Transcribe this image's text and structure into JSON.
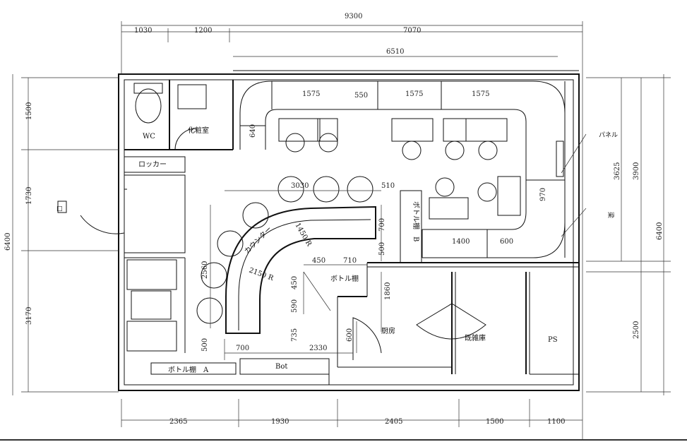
{
  "plan": {
    "entrance_mark": "□",
    "rooms": {
      "wc": "WC",
      "powder_room": "化粧室",
      "locker": "ロッカー",
      "counter": "カウンター",
      "bottle_shelf_a": "ボトル棚　A",
      "bottle_shelf_b": "ボトル棚　B",
      "bottle_shelf": "ボトル棚",
      "bot": "Bot",
      "kitchen": "厨房",
      "storage": "既雑庫",
      "ps": "PS",
      "panel": "パネル",
      "pillar": "梁"
    },
    "radius_labels": {
      "r1450": "1450 R",
      "r2150": "2150 R"
    },
    "dimensions": {
      "top_total": "9300",
      "top_1030": "1030",
      "top_1200": "1200",
      "top_7070": "7070",
      "top_6510": "6510",
      "bench_1575a": "1575",
      "bench_550": "550",
      "bench_1575b": "1575",
      "bench_1575c": "1575",
      "d640": "640",
      "d3030": "3030",
      "d510": "510",
      "d700v": "700",
      "d500v": "500",
      "d450h": "450",
      "d710": "710",
      "d450v": "450",
      "d590": "590",
      "d1860": "1860",
      "d2560": "2560",
      "d735": "735",
      "d600": "600",
      "d500b": "500",
      "d700b": "700",
      "d2330": "2330",
      "d1400": "1400",
      "d600r": "600",
      "d970": "970",
      "right_3625": "3625",
      "right_3900": "3900",
      "right_6400": "6400",
      "right_2500": "2500",
      "left_1500": "1500",
      "left_1730": "1730",
      "left_6400": "6400",
      "left_3170": "3170",
      "bottom_2365": "2365",
      "bottom_1930": "1930",
      "bottom_2405": "2405",
      "bottom_1500": "1500",
      "bottom_1100": "1100"
    }
  }
}
